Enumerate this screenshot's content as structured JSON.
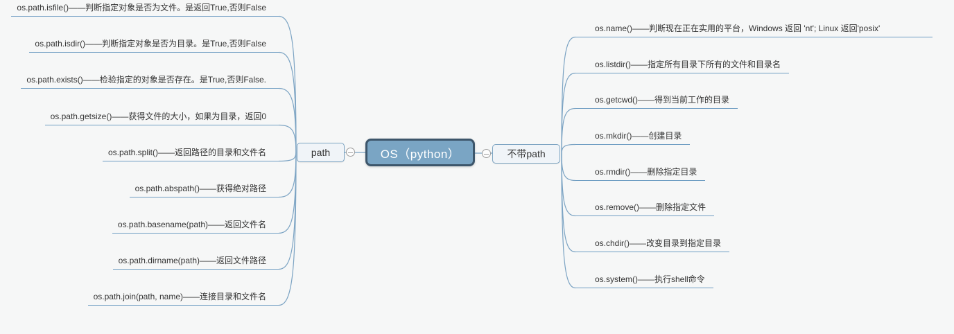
{
  "colors": {
    "background": "#f6f7f7",
    "line": "#7ba3c3",
    "underline": "#6d9cc2",
    "text": "#333333",
    "root_fill": "#7aa5c4",
    "root_border": "#3d566b",
    "root_text": "#ffffff",
    "node_fill": "#f0f4f8",
    "node_border": "#7ba3c1",
    "toggle_border": "#9b9b9b"
  },
  "root": {
    "label": "OS（python）"
  },
  "branches": [
    {
      "label": "path",
      "side": "left",
      "toggle_icon": "minus-circle-icon",
      "items": [
        {
          "label": "os.path.isfile()——判断指定对象是否为文件。是返回True,否则False"
        },
        {
          "label": "os.path.isdir()——判断指定对象是否为目录。是True,否则False"
        },
        {
          "label": "os.path.exists()——检验指定的对象是否存在。是True,否则False."
        },
        {
          "label": "os.path.getsize()——获得文件的大小，如果为目录，返回0"
        },
        {
          "label": "os.path.split()——返回路径的目录和文件名"
        },
        {
          "label": "os.path.abspath()——获得绝对路径"
        },
        {
          "label": "os.path.basename(path)——返回文件名"
        },
        {
          "label": "os.path.dirname(path)——返回文件路径"
        },
        {
          "label": "os.path.join(path, name)——连接目录和文件名"
        }
      ]
    },
    {
      "label": "不带path",
      "side": "right",
      "toggle_icon": "minus-circle-icon",
      "items": [
        {
          "label": "os.name()——判断现在正在实用的平台，Windows 返回 'nt'; Linux 返回'posix'"
        },
        {
          "label": "os.listdir()——指定所有目录下所有的文件和目录名"
        },
        {
          "label": "os.getcwd()——得到当前工作的目录"
        },
        {
          "label": "os.mkdir()——创建目录"
        },
        {
          "label": "os.rmdir()——删除指定目录"
        },
        {
          "label": "os.remove()——删除指定文件"
        },
        {
          "label": "os.chdir()——改变目录到指定目录"
        },
        {
          "label": "os.system()——执行shell命令"
        }
      ]
    }
  ]
}
